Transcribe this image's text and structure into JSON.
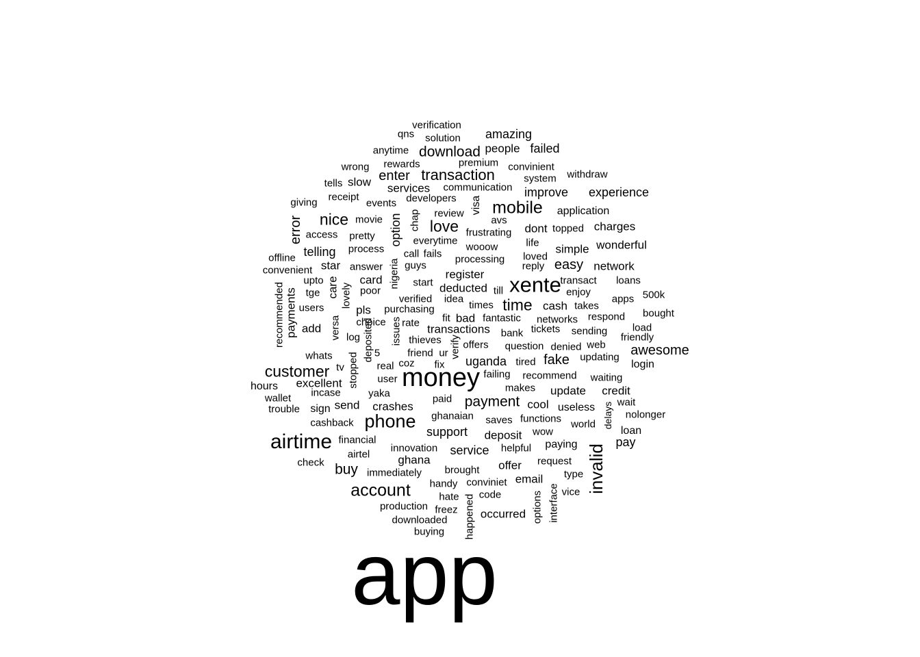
{
  "wordcloud": {
    "text_color": "#000000",
    "background_color": "#ffffff",
    "words": [
      "app",
      "money",
      "xente",
      "airtime",
      "phone",
      "invalid",
      "account",
      "mobile",
      "customer",
      "nice",
      "time",
      "love",
      "transaction",
      "download",
      "buy",
      "payment",
      "awesome",
      "enter",
      "error",
      "fake",
      "amazing",
      "failed",
      "experience",
      "support",
      "service",
      "easy",
      "option",
      "pay",
      "people",
      "improve",
      "telling",
      "uganda",
      "card",
      "register",
      "update",
      "credit",
      "services",
      "network",
      "visa",
      "send",
      "crashes",
      "deposit",
      "add",
      "star",
      "transactions",
      "deducted",
      "cash",
      "dont",
      "simple",
      "charges",
      "wonderful",
      "offer",
      "email",
      "occurred",
      "ghana",
      "slow",
      "application",
      "excellent",
      "hours",
      "login",
      "cool",
      "useless",
      "paying",
      "loan",
      "verification",
      "solution",
      "anytime",
      "qns",
      "premium",
      "convinient",
      "withdraw",
      "wrong",
      "rewards",
      "tells",
      "system",
      "communication",
      "receipt",
      "events",
      "developers",
      "giving",
      "review",
      "chap",
      "movie",
      "avs",
      "topped",
      "access",
      "pretty",
      "frustrating",
      "everytime",
      "life",
      "process",
      "wooow",
      "offline",
      "convenient",
      "fails",
      "call",
      "processing",
      "loved",
      "reply",
      "answer",
      "guys",
      "nigeria",
      "transact",
      "loans",
      "upto",
      "start",
      "till",
      "enjoy",
      "500k",
      "tge",
      "poor",
      "verified",
      "idea",
      "apps",
      "recommended",
      "payments",
      "users",
      "lovely",
      "pls",
      "purchasing",
      "times",
      "takes",
      "bought",
      "respond",
      "choice",
      "rate",
      "fit",
      "bad",
      "fantastic",
      "networks",
      "load",
      "versa",
      "log",
      "issues",
      "deposited",
      "thieves",
      "bank",
      "tickets",
      "sending",
      "friendly",
      "whats",
      "verify",
      "offers",
      "question",
      "denied",
      "web",
      "friend",
      "ur",
      "5",
      "updating",
      "stopped",
      "tv",
      "real",
      "coz",
      "fix",
      "tired",
      "failing",
      "recommend",
      "user",
      "incase",
      "makes",
      "waiting",
      "wallet",
      "yaka",
      "paid",
      "wait",
      "trouble",
      "sign",
      "nolonger",
      "ghanaian",
      "saves",
      "functions",
      "delays",
      "cashback",
      "world",
      "wow",
      "financial",
      "innovation",
      "helpful",
      "airtel",
      "check",
      "brought",
      "request",
      "immediately",
      "type",
      "handy",
      "conviniet",
      "code",
      "vice",
      "hate",
      "production",
      "freez",
      "happened",
      "options",
      "interface",
      "downloaded",
      "buying",
      "care"
    ]
  }
}
